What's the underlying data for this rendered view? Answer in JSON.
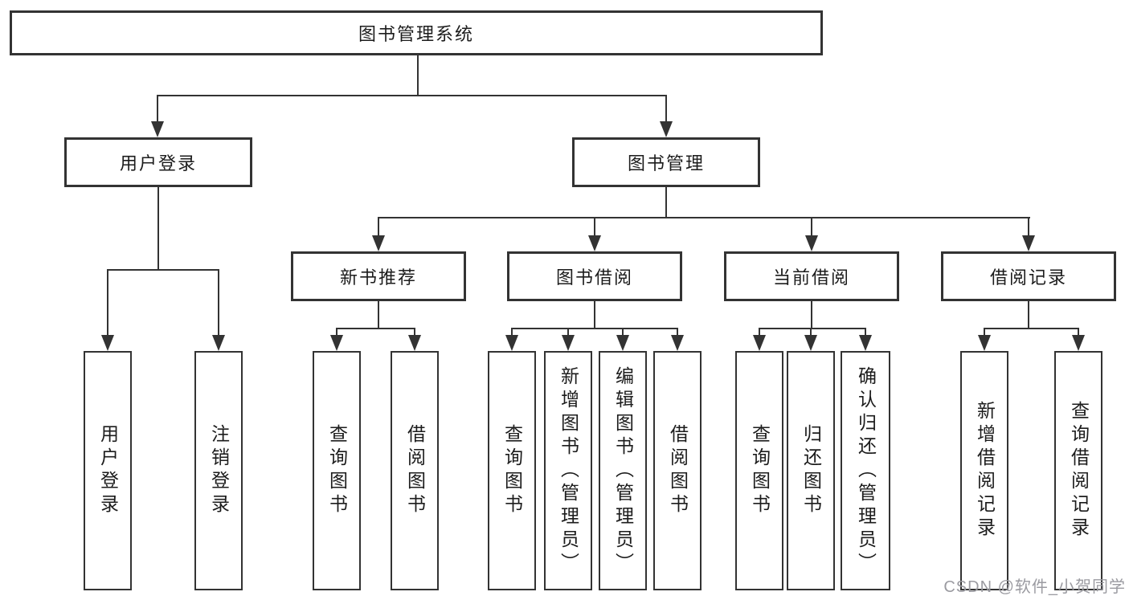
{
  "diagram": {
    "type": "tree",
    "root": {
      "label": "图书管理系统",
      "children": [
        {
          "label": "用户登录",
          "children": [
            {
              "label": "用户登录"
            },
            {
              "label": "注销登录"
            }
          ]
        },
        {
          "label": "图书管理",
          "children": [
            {
              "label": "新书推荐",
              "children": [
                {
                  "label": "查询图书"
                },
                {
                  "label": "借阅图书"
                }
              ]
            },
            {
              "label": "图书借阅",
              "children": [
                {
                  "label": "查询图书"
                },
                {
                  "label": "新增图书（管理员）"
                },
                {
                  "label": "编辑图书（管理员）"
                },
                {
                  "label": "借阅图书"
                }
              ]
            },
            {
              "label": "当前借阅",
              "children": [
                {
                  "label": "查询图书"
                },
                {
                  "label": "归还图书"
                },
                {
                  "label": "确认归还（管理员）"
                }
              ]
            },
            {
              "label": "借阅记录",
              "children": [
                {
                  "label": "新增借阅记录"
                },
                {
                  "label": "查询借阅记录"
                }
              ]
            }
          ]
        }
      ]
    }
  },
  "watermark": {
    "text": "CSDN @软件_小贺同学",
    "color": "#9b9ba1"
  },
  "colors": {
    "line": "#333333",
    "text": "#1c1c1c",
    "background": "#ffffff"
  }
}
